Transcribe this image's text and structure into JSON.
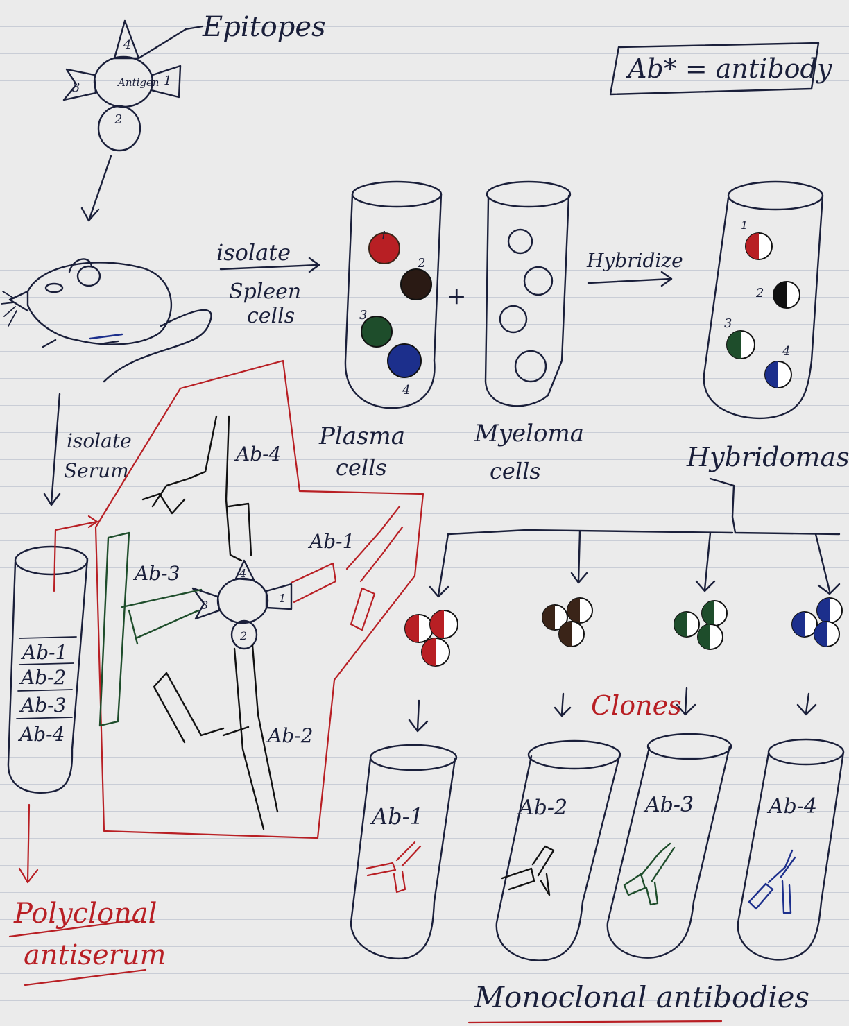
{
  "labels": {
    "epitopes": "Epitopes",
    "legend": "Ab* = antibody",
    "antigen": "Antigen",
    "epitope_numbers": [
      "1",
      "2",
      "3",
      "4"
    ],
    "isolate_spleen_cells": [
      "isolate",
      "Spleen",
      "cells"
    ],
    "plus": "+",
    "hybridize": "Hybridize",
    "plasma_cells": [
      "Plasma",
      "cells"
    ],
    "myeloma_cells": [
      "Myeloma",
      "cells"
    ],
    "hybridomas": "Hybridomas",
    "isolate_serum": [
      "isolate",
      "Serum"
    ],
    "serum_tube": [
      "Ab-1",
      "Ab-2",
      "Ab-3",
      "Ab-4"
    ],
    "antibodies": [
      "Ab-1",
      "Ab-2",
      "Ab-3",
      "Ab-4"
    ],
    "clones": "Clones",
    "polyclonal": [
      "Polyclonal",
      "antiserum"
    ],
    "monoclonal": "Monoclonal antibodies",
    "mono_tubes": [
      "Ab-1",
      "Ab-2",
      "Ab-3",
      "Ab-4"
    ]
  },
  "colors": {
    "ab1": "#b81f24",
    "ab2": "#3a2418",
    "ab3": "#1e4d2b",
    "ab4": "#1c2f8c",
    "ink": "#1a1f3a"
  }
}
